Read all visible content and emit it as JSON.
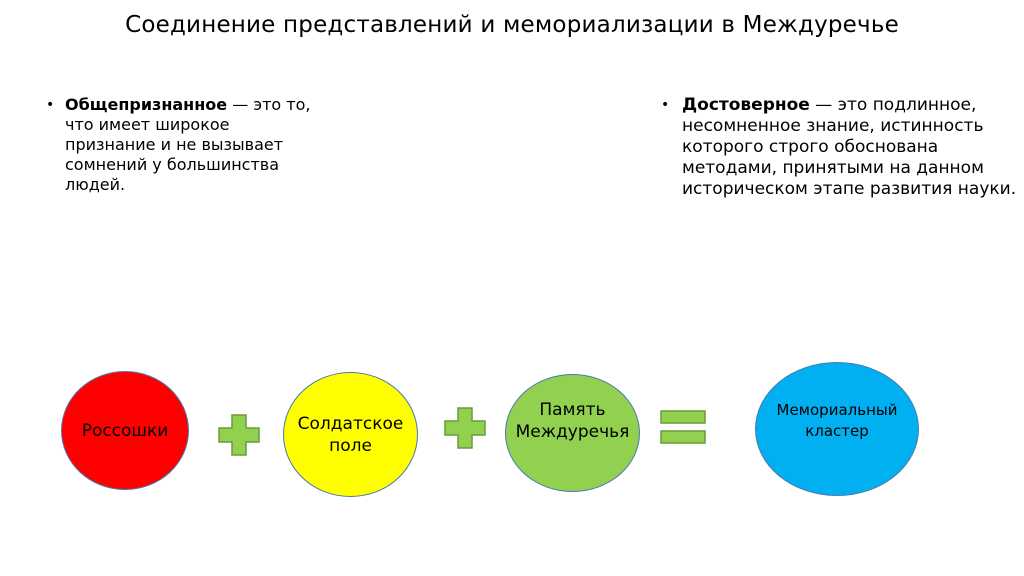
{
  "title": "Соединение представлений и мемориализации в Междуречье",
  "definitions": [
    {
      "term": "Общепризнанное",
      "text": " — это то, что имеет широкое признание и не вызывает сомнений у большинства людей."
    },
    {
      "term": "Достоверное",
      "text": " — это подлинное, несомненное знание, истинность которого строго обоснована методами, принятыми на данном историческом этапе развития науки."
    }
  ],
  "bullet": "•",
  "diagram": {
    "nodes": [
      {
        "label_line1": "Россошки",
        "label_line2": "",
        "color": "#ff0000"
      },
      {
        "label_line1": "Солдатское",
        "label_line2": "поле",
        "color": "#ffff00"
      },
      {
        "label_line1": "Память",
        "label_line2": "Междуречья",
        "color": "#92d050"
      },
      {
        "label_line1": "Мемориальный",
        "label_line2": "кластер",
        "color": "#00b0f0"
      }
    ],
    "operators": [
      "plus",
      "plus",
      "equals"
    ],
    "operator_color": "#92d050",
    "operator_border": "#6a9a3a",
    "node_border": "#4a78b0"
  }
}
